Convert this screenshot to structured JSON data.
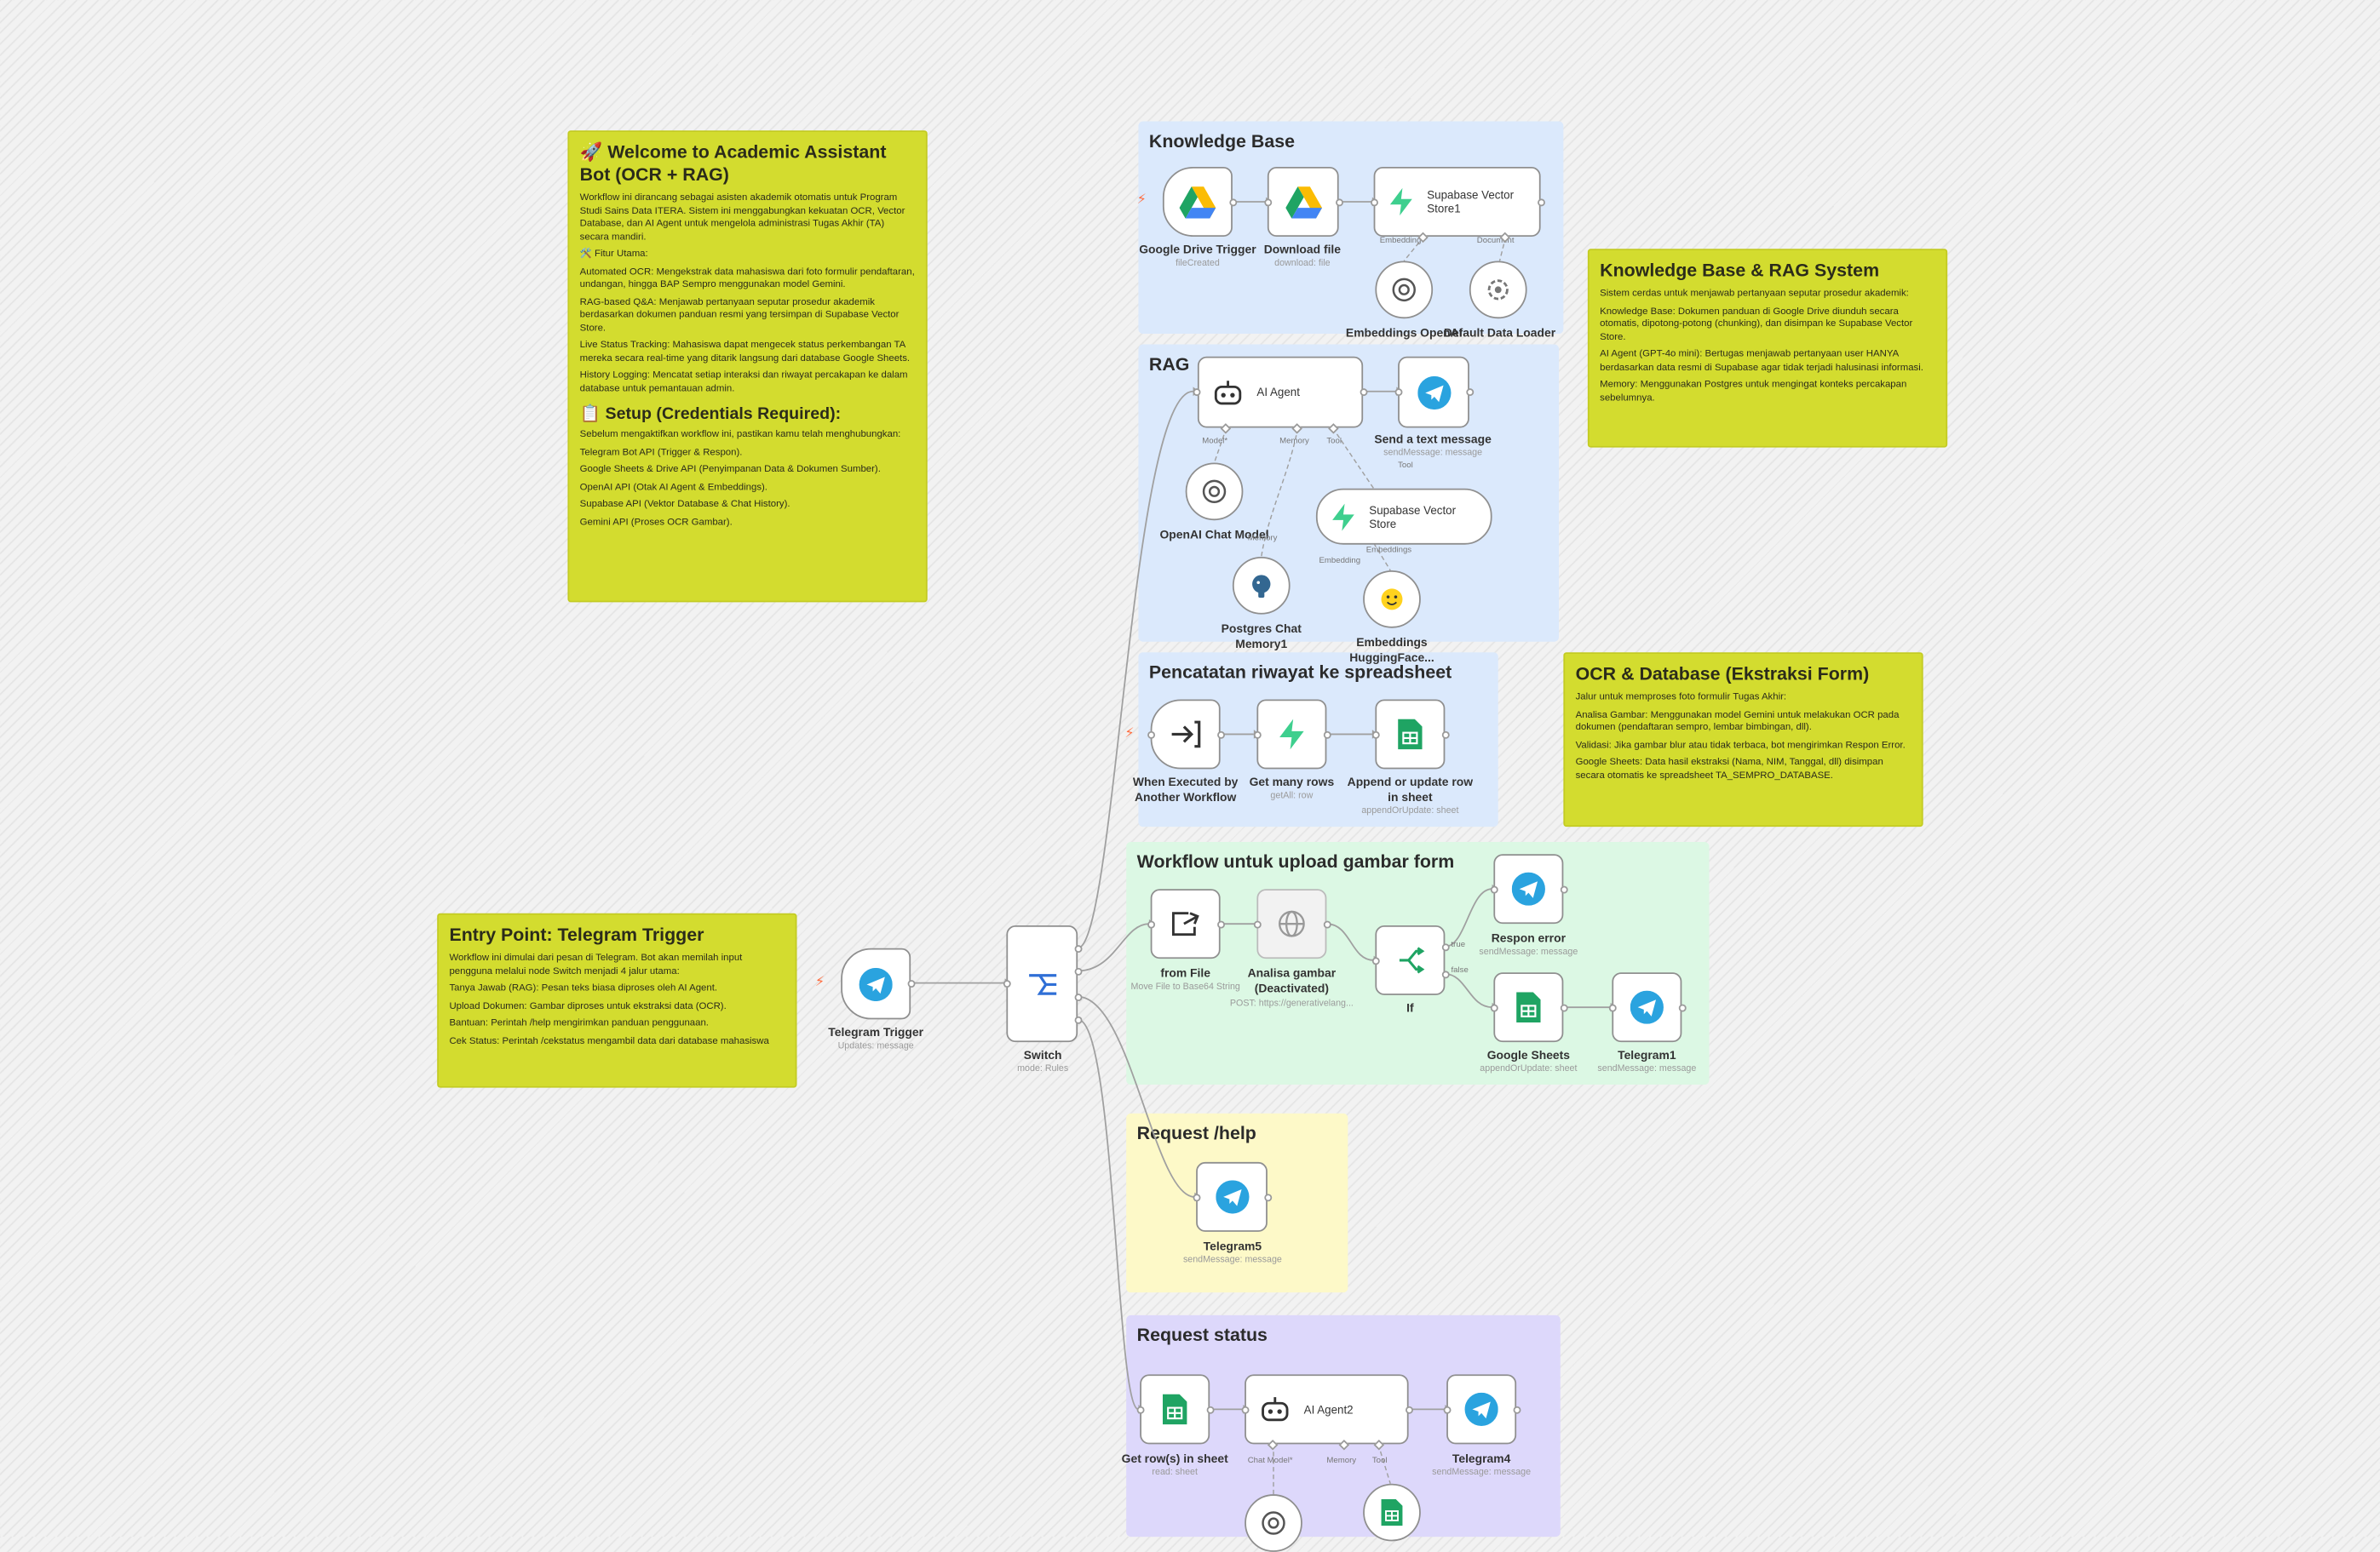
{
  "notes": {
    "welcome": {
      "title": "🚀 Welcome to Academic Assistant Bot (OCR + RAG)",
      "intro": "Workflow ini dirancang sebagai asisten akademik otomatis untuk Program Studi Sains Data ITERA. Sistem ini menggabungkan kekuatan OCR, Vector Database, dan AI Agent untuk mengelola administrasi Tugas Akhir (TA) secara mandiri.",
      "features_heading": "🛠️ Fitur Utama:",
      "f1": "Automated OCR: Mengekstrak data mahasiswa dari foto formulir pendaftaran, undangan, hingga BAP Sempro menggunakan model Gemini.",
      "f2": "RAG-based Q&A: Menjawab pertanyaan seputar prosedur akademik berdasarkan dokumen panduan resmi yang tersimpan di Supabase Vector Store.",
      "f3": "Live Status Tracking: Mahasiswa dapat mengecek status perkembangan TA mereka secara real-time yang ditarik langsung dari database Google Sheets.",
      "f4": "History Logging: Mencatat setiap interaksi dan riwayat percakapan ke dalam database untuk pemantauan admin.",
      "setup_heading": "📋 Setup (Credentials Required):",
      "setup_intro": "Sebelum mengaktifkan workflow ini, pastikan kamu telah menghubungkan:",
      "s1": "Telegram Bot API (Trigger & Respon).",
      "s2": "Google Sheets & Drive API (Penyimpanan Data & Dokumen Sumber).",
      "s3": "OpenAI API (Otak AI Agent & Embeddings).",
      "s4": "Supabase API (Vektor Database & Chat History).",
      "s5": "Gemini API (Proses OCR Gambar)."
    },
    "kb_rag": {
      "title": "Knowledge Base & RAG System",
      "p1": "Sistem cerdas untuk menjawab pertanyaan seputar prosedur akademik:",
      "p2": "Knowledge Base: Dokumen panduan di Google Drive diunduh secara otomatis, dipotong-potong (chunking), dan disimpan ke Supabase Vector Store.",
      "p3": "AI Agent (GPT-4o mini): Bertugas menjawab pertanyaan user HANYA berdasarkan data resmi di Supabase agar tidak terjadi halusinasi informasi.",
      "p4": "Memory: Menggunakan Postgres untuk mengingat konteks percakapan sebelumnya."
    },
    "ocr": {
      "title": "OCR & Database (Ekstraksi Form)",
      "p1": "Jalur untuk memproses foto formulir Tugas Akhir:",
      "p2": "Analisa Gambar: Menggunakan model Gemini untuk melakukan OCR pada dokumen (pendaftaran sempro, lembar bimbingan, dll).",
      "p3": "Validasi: Jika gambar blur atau tidak terbaca, bot mengirimkan Respon Error.",
      "p4": "Google Sheets: Data hasil ekstraksi (Nama, NIM, Tanggal, dll) disimpan secara otomatis ke spreadsheet TA_SEMPRO_DATABASE."
    },
    "entry": {
      "title": "Entry Point: Telegram Trigger",
      "p1": "Workflow ini dimulai dari pesan di Telegram. Bot akan memilah input pengguna melalui node Switch menjadi 4 jalur utama:",
      "p2": "Tanya Jawab (RAG): Pesan teks biasa diproses oleh AI Agent.",
      "p3": "Upload Dokumen: Gambar diproses untuk ekstraksi data (OCR).",
      "p4": "Bantuan: Perintah /help mengirimkan panduan penggunaan.",
      "p5": "Cek Status: Perintah /cekstatus mengambil data dari database mahasiswa"
    }
  },
  "groups": {
    "kb": "Knowledge Base",
    "rag": "RAG",
    "pencatatan": "Pencatatan riwayat ke spreadsheet",
    "upload": "Workflow untuk upload gambar form",
    "help": "Request /help",
    "status": "Request status"
  },
  "nodes": {
    "gdrive_trigger": {
      "label": "Google Drive Trigger",
      "sub": "fileCreated"
    },
    "download_file": {
      "label": "Download file",
      "sub": "download: file"
    },
    "supabase_vs1": {
      "label": "Supabase Vector Store1"
    },
    "embeddings_openai": {
      "label": "Embeddings OpenAI"
    },
    "default_loader": {
      "label": "Default Data Loader"
    },
    "ai_agent": {
      "label": "AI Agent"
    },
    "send_text": {
      "label": "Send a text message",
      "sub": "sendMessage: message"
    },
    "openai_chat": {
      "label": "OpenAI Chat Model"
    },
    "supabase_vs": {
      "label": "Supabase Vector Store"
    },
    "postgres_mem": {
      "label": "Postgres Chat Memory1"
    },
    "hf_embeddings": {
      "label": "Embeddings HuggingFace..."
    },
    "when_executed": {
      "label": "When Executed by Another Workflow"
    },
    "get_many_rows": {
      "label": "Get many rows",
      "sub": "getAll: row"
    },
    "append_row": {
      "label": "Append or update row in sheet",
      "sub": "appendOrUpdate: sheet"
    },
    "telegram_trigger": {
      "label": "Telegram Trigger",
      "sub": "Updates: message"
    },
    "switch": {
      "label": "Switch",
      "sub": "mode: Rules"
    },
    "from_file": {
      "label": "from File",
      "sub": "Move File to Base64 String"
    },
    "analisa": {
      "label": "Analisa gambar (Deactivated)",
      "sub": "POST: https://generativelang..."
    },
    "if_node": {
      "label": "If"
    },
    "respon_error": {
      "label": "Respon error",
      "sub": "sendMessage: message"
    },
    "google_sheets": {
      "label": "Google Sheets",
      "sub": "appendOrUpdate: sheet"
    },
    "telegram1": {
      "label": "Telegram1",
      "sub": "sendMessage: message"
    },
    "telegram5": {
      "label": "Telegram5",
      "sub": "sendMessage: message"
    },
    "get_rows": {
      "label": "Get row(s) in sheet",
      "sub": "read: sheet"
    },
    "ai_agent2": {
      "label": "AI Agent2"
    },
    "telegram4": {
      "label": "Telegram4",
      "sub": "sendMessage: message"
    }
  },
  "ports": {
    "embedding": "Embedding",
    "document": "Document",
    "model": "Model*",
    "memory": "Memory",
    "tool": "Tool",
    "embeddings": "Embeddings",
    "true": "true",
    "false": "false",
    "chat_model": "Chat Model*"
  },
  "colors": {
    "telegram": "#2aa3df",
    "gsheets": "#1fa463",
    "supabase": "#3ecf8e",
    "trigger_bolt": "#ff6d3f",
    "note": "#d3dc2f"
  }
}
